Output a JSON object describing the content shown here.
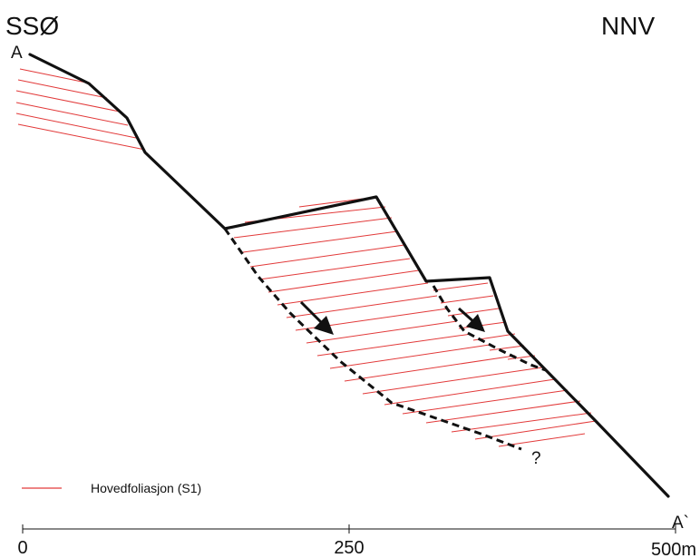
{
  "orientation": {
    "left": "SSØ",
    "right": "NNV"
  },
  "profile": {
    "start_label": "A",
    "end_label": "A`"
  },
  "uncertainty_mark": "?",
  "legend": {
    "label": "Hovedfoliasjon (S1)",
    "line_color": "#e23a3a"
  },
  "scale_bar": {
    "ticks": [
      "0",
      "250",
      "500m"
    ]
  },
  "colors": {
    "profile_line": "#111111",
    "foliation": "#e23a3a"
  },
  "icons": {
    "movement_arrow": "arrow-down-right-icon"
  }
}
